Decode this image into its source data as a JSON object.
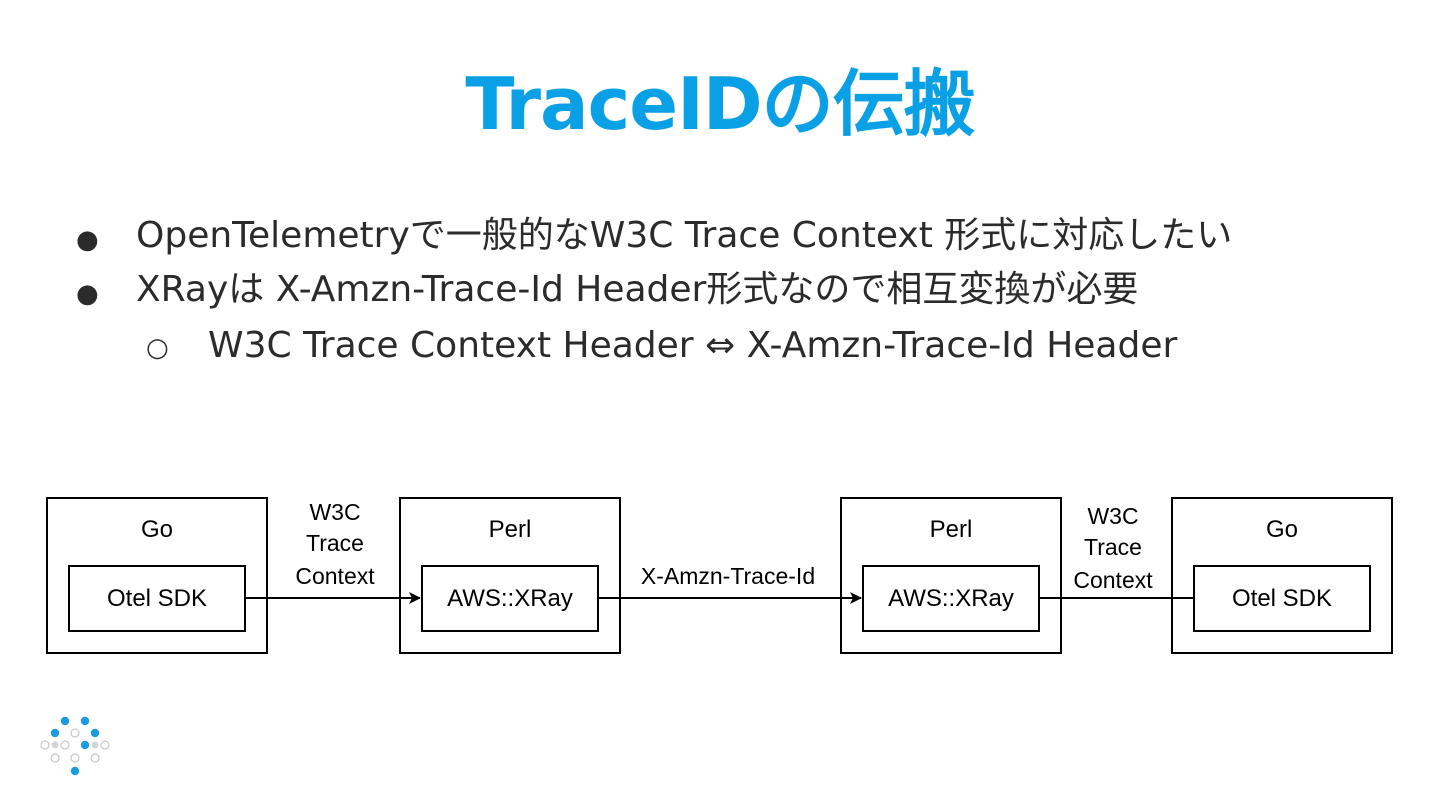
{
  "title": "TraceIDの伝搬",
  "bullets": [
    {
      "marker": "●",
      "text": "OpenTelemetryで一般的なW3C Trace Context 形式に対応したい"
    },
    {
      "marker": "●",
      "text": "XRayは X-Amzn-Trace-Id Header形式なので相互変換が必要"
    },
    {
      "marker": "○",
      "text": "W3C Trace Context Header ⇔ X-Amzn-Trace-Id Header"
    }
  ],
  "diagram": {
    "nodes": [
      {
        "outer": "Go",
        "inner": "Otel SDK"
      },
      {
        "outer": "Perl",
        "inner": "AWS::XRay"
      },
      {
        "outer": "Perl",
        "inner": "AWS::XRay"
      },
      {
        "outer": "Go",
        "inner": "Otel SDK"
      }
    ],
    "edges": [
      {
        "lines": [
          "W3C",
          "Trace",
          "Context"
        ]
      },
      {
        "lines": [
          "X-Amzn-Trace-Id"
        ]
      },
      {
        "lines": [
          "W3C",
          "Trace",
          "Context"
        ]
      }
    ]
  },
  "logo": {
    "name": "dot-logo",
    "colors": {
      "blue": "#1a9be0",
      "light": "#c8c8c8"
    }
  }
}
